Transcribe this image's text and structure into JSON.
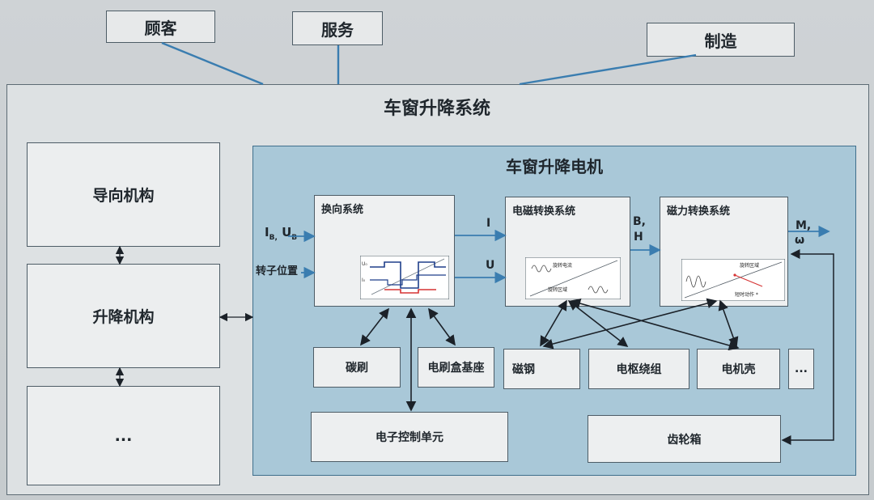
{
  "stakeholders": [
    "顾客",
    "服务",
    "制造"
  ],
  "system": {
    "title": "车窗升降系统",
    "mechanisms": [
      "导向机构",
      "升降机构",
      "..."
    ]
  },
  "motor": {
    "title": "车窗升降电机",
    "inputs": {
      "current_voltage": "I",
      "current_voltage_sub_i": "B,",
      "current_voltage_u": " U",
      "current_voltage_sub_u": "B",
      "rotor_position": "转子位置"
    },
    "subsystems": {
      "commutation": {
        "title": "换向系统",
        "plot_labels": [
          "U₀",
          "I₀"
        ]
      },
      "electromagnetic": {
        "title": "电磁转换系统",
        "plot_labels": [
          "旋转电流",
          "旋转区域"
        ]
      },
      "magnetic_force": {
        "title": "磁力转换系统",
        "plot_labels": [
          "旋转区域",
          "短时动作 *"
        ]
      }
    },
    "signals": {
      "i": "I",
      "u": "U",
      "b": "B,",
      "h": "H",
      "m": "M,",
      "omega": "ω"
    },
    "components": [
      "碳刷",
      "电刷盒基座",
      "磁钢",
      "电枢绕组",
      "电机壳",
      "...",
      "电子控制单元",
      "齿轮箱"
    ]
  }
}
